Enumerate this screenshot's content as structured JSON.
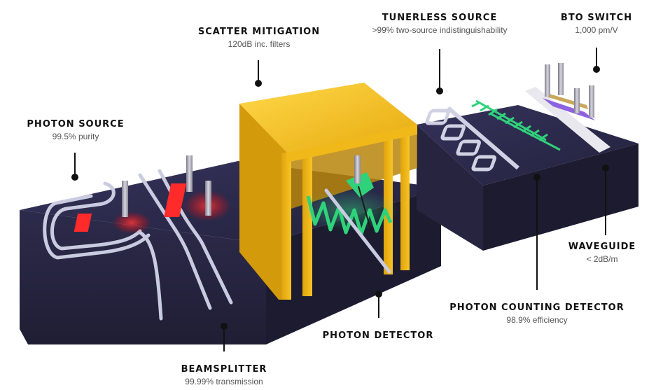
{
  "labels": {
    "scatter_mitigation": {
      "title": "SCATTER MITIGATION",
      "sub": "120dB inc. filters"
    },
    "tunerless_source": {
      "title": "TUNERLESS SOURCE",
      "sub": ">99% two-source indistinguishability"
    },
    "bto_switch": {
      "title": "BTO SWITCH",
      "sub": "1,000 pm/V"
    },
    "photon_source": {
      "title": "PHOTON SOURCE",
      "sub": "99.5% purity"
    },
    "waveguide": {
      "title": "WAVEGUIDE",
      "sub": "< 2dB/m"
    },
    "photon_counting_detector": {
      "title": "PHOTON COUNTING DETECTOR",
      "sub": "98.9% efficiency"
    },
    "photon_detector": {
      "title": "PHOTON DETECTOR",
      "sub": ""
    },
    "beamsplitter": {
      "title": "BEAMSPLITTER",
      "sub": "99.99% transmission"
    }
  },
  "colors": {
    "chip_top": "#2c2a48",
    "chip_front": "#272541",
    "chip_side": "#1c1b30",
    "waveguide": "#c9cbe0",
    "heater_red": "#ff2a2a",
    "gold": "#f5c21b",
    "green": "#2fd27a",
    "purple": "#8e63e0",
    "leader": "#111111"
  },
  "icons": [
    "gold-shield-icon",
    "heater-pin-icon",
    "ring-resonator-icon",
    "meander-detector-icon",
    "electrode-icon"
  ]
}
